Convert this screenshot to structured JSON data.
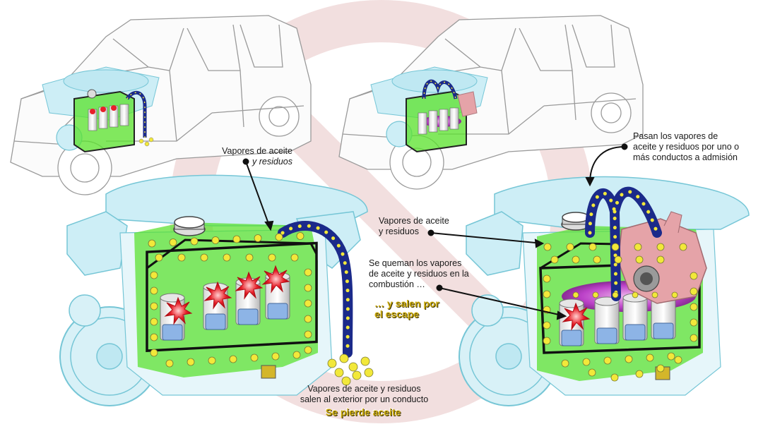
{
  "colors": {
    "engine_outline": "#76c6d6",
    "engine_fill": "#bfe8f2",
    "crankcase_green": "#58e12a",
    "vapor_dot": "#f2e83a",
    "hose_blue": "#1b2a8a",
    "flame_red": "#e8202a",
    "combustion_magenta": "#c42bd6",
    "carburetor_pink": "#e5a3a8",
    "label_yellow": "#c9a90b",
    "watermark": "#e3c3c3"
  },
  "icons": [
    "car-icon",
    "engine-icon",
    "piston-icon",
    "flame-icon",
    "hose-icon",
    "vapor-dot-icon",
    "oil-cap-icon",
    "carburetor-icon"
  ],
  "labels": {
    "left_vapors_line1": "Vapores de aceite",
    "left_vapors_line2": "y residuos",
    "left_exit_line1": "Vapores de aceite y residuos",
    "left_exit_line2": "salen al exterior por un conducto",
    "left_oil_lost": "Se pierde aceite",
    "right_intake_line1": "Pasan los vapores de",
    "right_intake_line2": "aceite y residuos por uno o",
    "right_intake_line3": "más conductos a admisión",
    "right_vapors_line1": "Vapores de aceite",
    "right_vapors_line2": "y residuos",
    "right_burn_line1": "Se queman los vapores",
    "right_burn_line2": "de aceite y residuos en la",
    "right_burn_line3": "combustión …",
    "right_escape_line1": "… y salen por",
    "right_escape_line2": "el escape"
  }
}
